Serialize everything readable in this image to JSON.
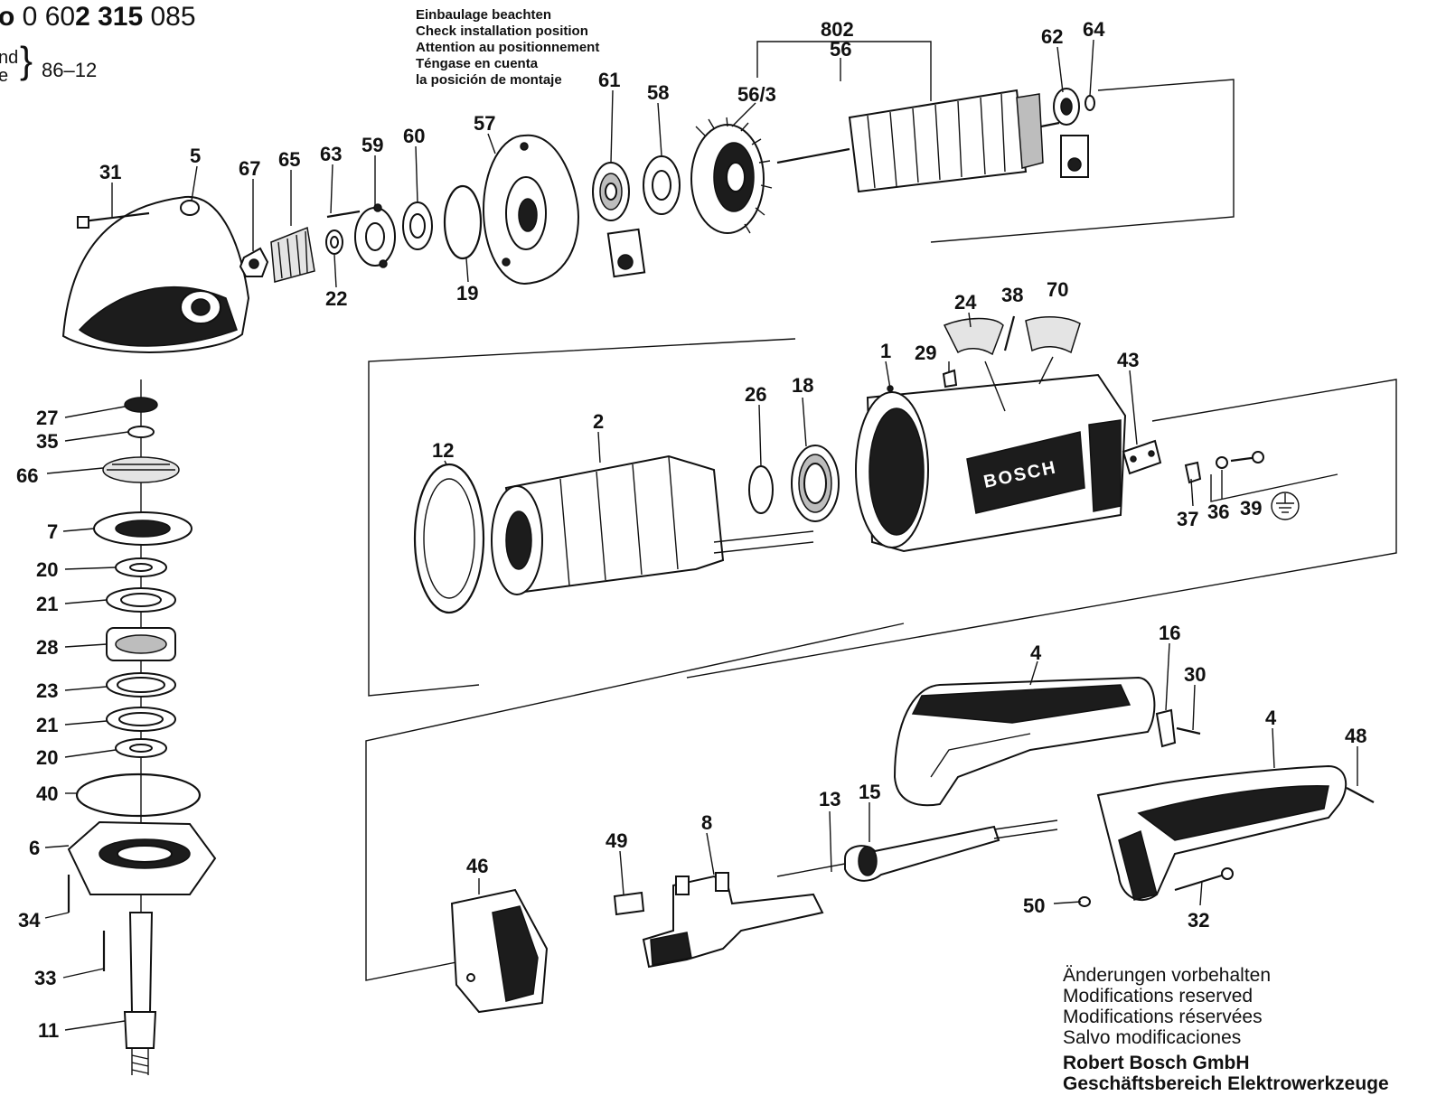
{
  "header": {
    "prefix": "o",
    "number_light_a": "0 60",
    "number_bold_a": "2 315",
    "number_light_b": "085",
    "sub_left_1": "nd",
    "sub_left_2": "e",
    "sub_date": "86–12"
  },
  "install_note": {
    "lines": [
      "Einbaulage beachten",
      "Check installation position",
      "Attention au positionnement",
      "Téngase en cuenta",
      "la posición de montaje"
    ]
  },
  "footer": {
    "lines": [
      "Änderungen vorbehalten",
      "Modifications reserved",
      "Modifications réservées",
      "Salvo modificaciones"
    ],
    "company": "Robert Bosch GmbH",
    "division": "Geschäftsbereich Elektrowerkzeuge"
  },
  "brand_on_housing": "BOSCH",
  "parts": {
    "p802": "802",
    "p56": "56",
    "p62": "62",
    "p64": "64",
    "p61": "61",
    "p58": "58",
    "p56_3": "56/3",
    "p57": "57",
    "p60": "60",
    "p59": "59",
    "p63": "63",
    "p65": "65",
    "p67": "67",
    "p5": "5",
    "p31": "31",
    "p22": "22",
    "p19": "19",
    "p24": "24",
    "p38": "38",
    "p70": "70",
    "p29": "29",
    "p1": "1",
    "p43": "43",
    "p26": "26",
    "p18": "18",
    "p2": "2",
    "p12": "12",
    "p37": "37",
    "p36": "36",
    "p39": "39",
    "p27": "27",
    "p35": "35",
    "p66": "66",
    "p7": "7",
    "p20a": "20",
    "p21a": "21",
    "p28": "28",
    "p23": "23",
    "p21b": "21",
    "p20b": "20",
    "p40": "40",
    "p6": "6",
    "p34": "34",
    "p33": "33",
    "p11": "11",
    "p16": "16",
    "p4a": "4",
    "p30": "30",
    "p4b": "4",
    "p48": "48",
    "p13": "13",
    "p15": "15",
    "p8": "8",
    "p49": "49",
    "p46": "46",
    "p50": "50",
    "p32": "32"
  }
}
